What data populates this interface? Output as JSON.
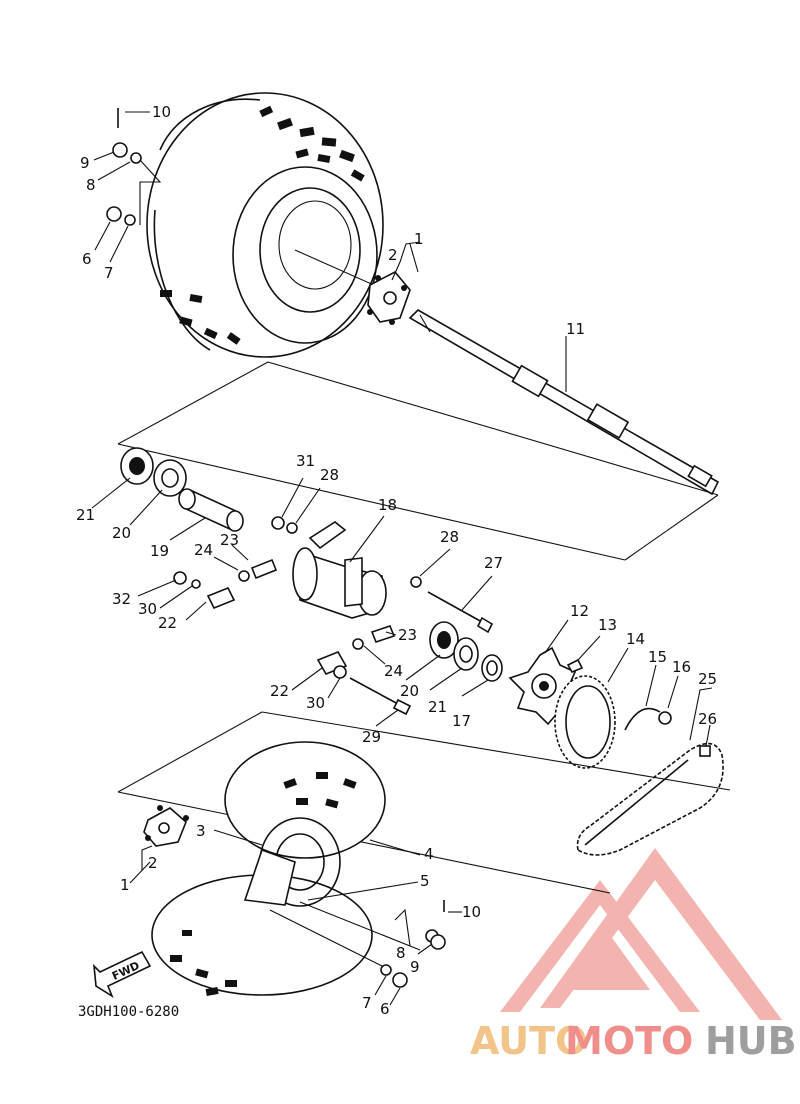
{
  "diagram": {
    "labels": [
      "1",
      "2",
      "3",
      "4",
      "5",
      "6",
      "7",
      "8",
      "9",
      "10",
      "11",
      "12",
      "13",
      "14",
      "15",
      "16",
      "17",
      "18",
      "19",
      "20",
      "21",
      "22",
      "23",
      "24",
      "25",
      "26",
      "27",
      "28",
      "29",
      "30",
      "31",
      "32"
    ],
    "code": "3GDH100-6280",
    "fwd": "FWD"
  },
  "watermark": {
    "part1": "AUTO",
    "part2": "MOTO",
    "part3": "HUB",
    "colors": {
      "auto": "#f2c48a",
      "moto": "#ef8e8a",
      "hub": "#9e9e9e",
      "logo": "#ef9a94"
    }
  }
}
